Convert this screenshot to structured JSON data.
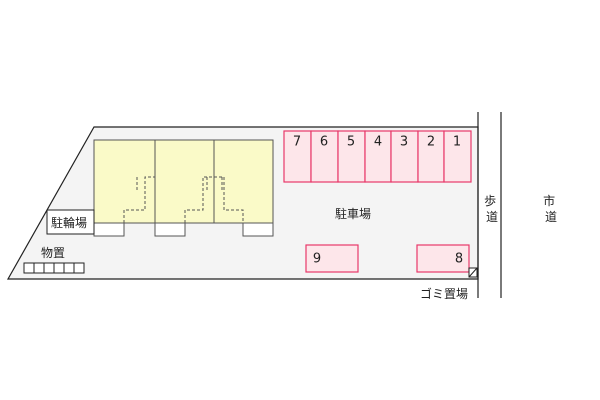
{
  "labels": {
    "parking_lot": "駐車場",
    "bicycle_parking": "駐輪場",
    "storage": "物置",
    "garbage_area": "ゴミ置場",
    "sidewalk": "歩道",
    "city_road": "市道"
  },
  "parking_spaces": {
    "top_row": [
      "7",
      "6",
      "5",
      "4",
      "3",
      "2",
      "1"
    ],
    "lower_left": "9",
    "lower_right": "8"
  },
  "colors": {
    "building_fill": "#fafac8",
    "parking_fill": "#fde6ea",
    "parking_border": "#e8386a",
    "lot_fill": "#f4f4f4",
    "outline": "#222222"
  }
}
